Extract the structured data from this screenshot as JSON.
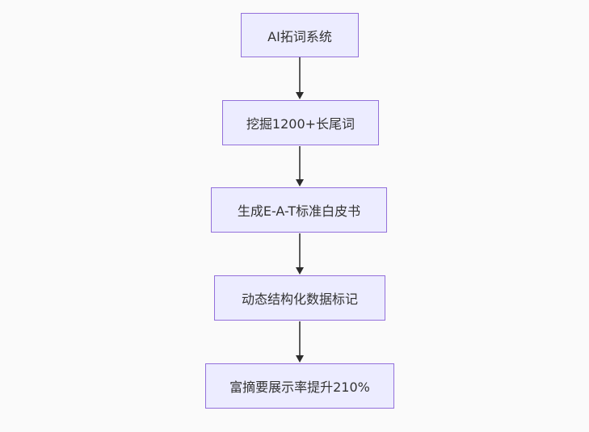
{
  "diagram": {
    "type": "flowchart",
    "direction": "top-down",
    "colors": {
      "background": "#fafafa",
      "node_fill": "#ECECFF",
      "node_border": "#9370DB",
      "text": "#333333",
      "edge_line": "#5b5b5b",
      "edge_arrowhead": "#2b2b2b"
    },
    "nodes": [
      {
        "id": "n1",
        "label": "AI拓词系统"
      },
      {
        "id": "n2",
        "label": "挖掘1200+长尾词"
      },
      {
        "id": "n3",
        "label": "生成E-A-T标准白皮书"
      },
      {
        "id": "n4",
        "label": "动态结构化数据标记"
      },
      {
        "id": "n5",
        "label": "富摘要展示率提升210%"
      }
    ],
    "edges": [
      {
        "from": "n1",
        "to": "n2"
      },
      {
        "from": "n2",
        "to": "n3"
      },
      {
        "from": "n3",
        "to": "n4"
      },
      {
        "from": "n4",
        "to": "n5"
      }
    ]
  }
}
